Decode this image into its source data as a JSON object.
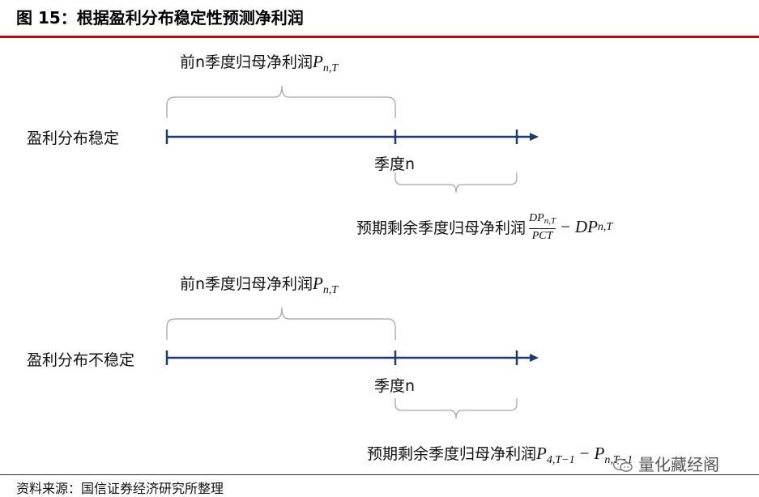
{
  "figure": {
    "title": "图 15：根据盈利分布稳定性预测净利润",
    "source": "资料来源：国信证券经济研究所整理"
  },
  "panel_stable": {
    "row_label": "盈利分布稳定",
    "brace_top_text": "前n季度归母净利润",
    "brace_top_var": "P",
    "brace_top_sub": "n,T",
    "tick_label": "季度n",
    "bottom_text": "预期剩余季度归母净利润",
    "frac_numerator_var": "DP",
    "frac_numerator_sub": "n,T",
    "frac_denominator": "PCT",
    "minus": "−",
    "trail_var": "DP",
    "trail_sub": "n,T"
  },
  "panel_unstable": {
    "row_label": "盈利分布不稳定",
    "brace_top_text": "前n季度归母净利润",
    "brace_top_var": "P",
    "brace_top_sub": "n,T",
    "tick_label": "季度n",
    "bottom_text": "预期剩余季度归母净利润",
    "bottom_var": "P",
    "bottom_sub": "4,T−1",
    "minus": "−",
    "trail_var": "P",
    "trail_sub": "n,T−1"
  },
  "watermark": {
    "text": "量化藏经阁",
    "icon": "wechat-icon"
  },
  "colors": {
    "timeline": "#1f3a6b",
    "title_rule": "#b01010",
    "brace": "#a6a6a6"
  }
}
